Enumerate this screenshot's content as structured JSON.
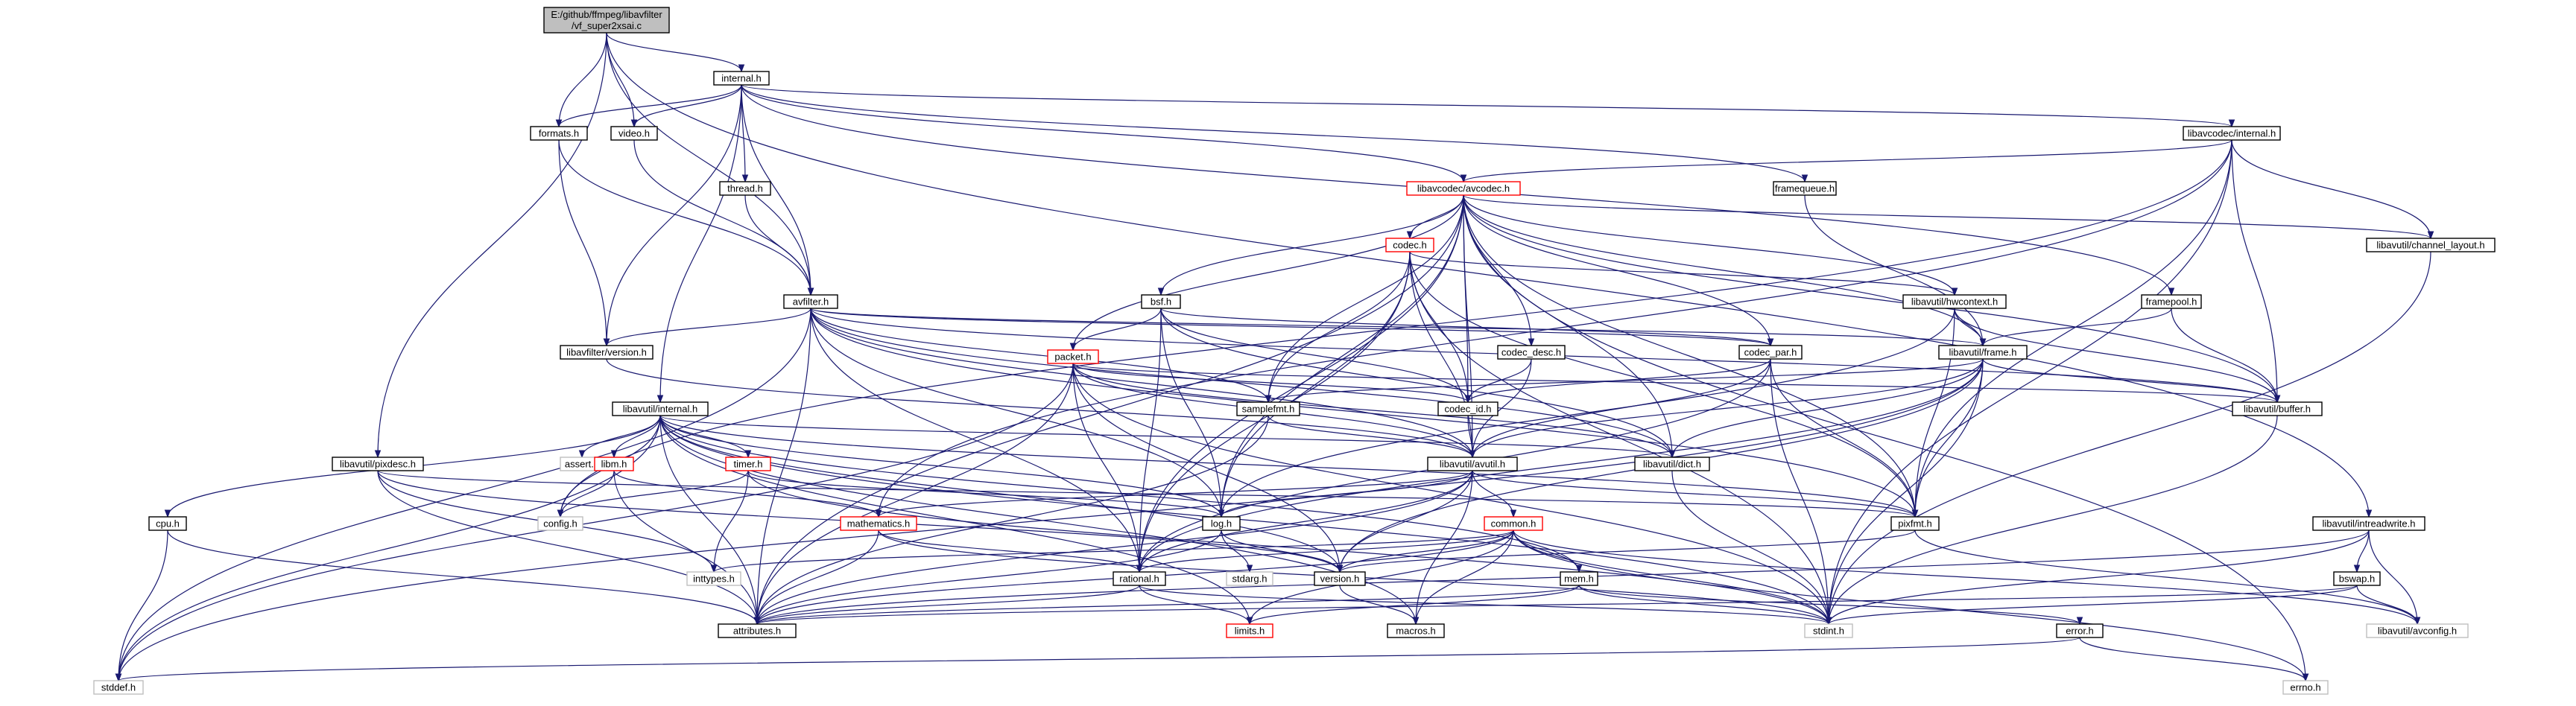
{
  "colors": {
    "edge": "#191970",
    "node_border": "#000000",
    "node_border_missing": "#ff0000",
    "node_border_external": "#bfbfbf",
    "root_fill": "#bfbfbf",
    "node_fill": "#ffffff"
  },
  "nodes": [
    {
      "id": "root",
      "lines": [
        "E:/github/ffmpeg/libavfilter",
        "/vf_super2xsai.c"
      ],
      "kind": "root"
    },
    {
      "id": "internal_h",
      "lines": [
        "internal.h"
      ],
      "kind": "normal"
    },
    {
      "id": "formats_h",
      "lines": [
        "formats.h"
      ],
      "kind": "normal"
    },
    {
      "id": "video_h",
      "lines": [
        "video.h"
      ],
      "kind": "normal"
    },
    {
      "id": "thread_h",
      "lines": [
        "thread.h"
      ],
      "kind": "normal"
    },
    {
      "id": "avfilter_h",
      "lines": [
        "avfilter.h"
      ],
      "kind": "normal"
    },
    {
      "id": "libavfilter_version_h",
      "lines": [
        "libavfilter/version.h"
      ],
      "kind": "normal"
    },
    {
      "id": "libavcodec_internal_h",
      "lines": [
        "libavcodec/internal.h"
      ],
      "kind": "normal"
    },
    {
      "id": "libavcodec_avcodec_h",
      "lines": [
        "libavcodec/avcodec.h"
      ],
      "kind": "missing"
    },
    {
      "id": "framequeue_h",
      "lines": [
        "framequeue.h"
      ],
      "kind": "normal"
    },
    {
      "id": "framepool_h",
      "lines": [
        "framepool.h"
      ],
      "kind": "normal"
    },
    {
      "id": "libavutil_channel_layout_h",
      "lines": [
        "libavutil/channel_layout.h"
      ],
      "kind": "normal"
    },
    {
      "id": "codec_h",
      "lines": [
        "codec.h"
      ],
      "kind": "missing"
    },
    {
      "id": "bsf_h",
      "lines": [
        "bsf.h"
      ],
      "kind": "normal"
    },
    {
      "id": "libavutil_hwcontext_h",
      "lines": [
        "libavutil/hwcontext.h"
      ],
      "kind": "normal"
    },
    {
      "id": "codec_desc_h",
      "lines": [
        "codec_desc.h"
      ],
      "kind": "normal"
    },
    {
      "id": "codec_par_h",
      "lines": [
        "codec_par.h"
      ],
      "kind": "normal"
    },
    {
      "id": "libavutil_frame_h",
      "lines": [
        "libavutil/frame.h"
      ],
      "kind": "normal"
    },
    {
      "id": "packet_h",
      "lines": [
        "packet.h"
      ],
      "kind": "missing"
    },
    {
      "id": "codec_id_h",
      "lines": [
        "codec_id.h"
      ],
      "kind": "normal"
    },
    {
      "id": "samplefmt_h",
      "lines": [
        "samplefmt.h"
      ],
      "kind": "normal"
    },
    {
      "id": "libavutil_buffer_h",
      "lines": [
        "libavutil/buffer.h"
      ],
      "kind": "normal"
    },
    {
      "id": "libavutil_internal_h",
      "lines": [
        "libavutil/internal.h"
      ],
      "kind": "normal"
    },
    {
      "id": "libavutil_avutil_h",
      "lines": [
        "libavutil/avutil.h"
      ],
      "kind": "normal"
    },
    {
      "id": "libavutil_dict_h",
      "lines": [
        "libavutil/dict.h"
      ],
      "kind": "normal"
    },
    {
      "id": "libavutil_pixdesc_h",
      "lines": [
        "libavutil/pixdesc.h"
      ],
      "kind": "normal"
    },
    {
      "id": "assert_h",
      "lines": [
        "assert.h"
      ],
      "kind": "external"
    },
    {
      "id": "libm_h",
      "lines": [
        "libm.h"
      ],
      "kind": "missing"
    },
    {
      "id": "timer_h",
      "lines": [
        "timer.h"
      ],
      "kind": "missing"
    },
    {
      "id": "cpu_h",
      "lines": [
        "cpu.h"
      ],
      "kind": "normal"
    },
    {
      "id": "config_h",
      "lines": [
        "config.h"
      ],
      "kind": "external"
    },
    {
      "id": "mathematics_h",
      "lines": [
        "mathematics.h"
      ],
      "kind": "missing"
    },
    {
      "id": "log_h",
      "lines": [
        "log.h"
      ],
      "kind": "normal"
    },
    {
      "id": "common_h",
      "lines": [
        "common.h"
      ],
      "kind": "missing"
    },
    {
      "id": "pixfmt_h",
      "lines": [
        "pixfmt.h"
      ],
      "kind": "normal"
    },
    {
      "id": "libavutil_intreadwrite_h",
      "lines": [
        "libavutil/intreadwrite.h"
      ],
      "kind": "normal"
    },
    {
      "id": "inttypes_h",
      "lines": [
        "inttypes.h"
      ],
      "kind": "external"
    },
    {
      "id": "rational_h",
      "lines": [
        "rational.h"
      ],
      "kind": "normal"
    },
    {
      "id": "stdarg_h",
      "lines": [
        "stdarg.h"
      ],
      "kind": "external"
    },
    {
      "id": "version_h",
      "lines": [
        "version.h"
      ],
      "kind": "normal"
    },
    {
      "id": "mem_h",
      "lines": [
        "mem.h"
      ],
      "kind": "normal"
    },
    {
      "id": "bswap_h",
      "lines": [
        "bswap.h"
      ],
      "kind": "normal"
    },
    {
      "id": "attributes_h",
      "lines": [
        "attributes.h"
      ],
      "kind": "normal"
    },
    {
      "id": "limits_h",
      "lines": [
        "limits.h"
      ],
      "kind": "missing"
    },
    {
      "id": "macros_h",
      "lines": [
        "macros.h"
      ],
      "kind": "normal"
    },
    {
      "id": "stdint_h",
      "lines": [
        "stdint.h"
      ],
      "kind": "external"
    },
    {
      "id": "error_h",
      "lines": [
        "error.h"
      ],
      "kind": "normal"
    },
    {
      "id": "libavutil_avconfig_h",
      "lines": [
        "libavutil/avconfig.h"
      ],
      "kind": "external"
    },
    {
      "id": "stddef_h",
      "lines": [
        "stddef.h"
      ],
      "kind": "external"
    },
    {
      "id": "errno_h",
      "lines": [
        "errno.h"
      ],
      "kind": "external"
    }
  ],
  "edges": [
    [
      "root",
      "internal_h"
    ],
    [
      "root",
      "formats_h"
    ],
    [
      "root",
      "video_h"
    ],
    [
      "root",
      "avfilter_h"
    ],
    [
      "root",
      "libavutil_pixdesc_h"
    ],
    [
      "root",
      "libavutil_intreadwrite_h"
    ],
    [
      "internal_h",
      "formats_h"
    ],
    [
      "internal_h",
      "video_h"
    ],
    [
      "internal_h",
      "thread_h"
    ],
    [
      "internal_h",
      "avfilter_h"
    ],
    [
      "internal_h",
      "libavfilter_version_h"
    ],
    [
      "internal_h",
      "libavcodec_internal_h"
    ],
    [
      "internal_h",
      "libavcodec_avcodec_h"
    ],
    [
      "internal_h",
      "framequeue_h"
    ],
    [
      "internal_h",
      "framepool_h"
    ],
    [
      "internal_h",
      "libavutil_internal_h"
    ],
    [
      "formats_h",
      "avfilter_h"
    ],
    [
      "formats_h",
      "libavfilter_version_h"
    ],
    [
      "video_h",
      "avfilter_h"
    ],
    [
      "thread_h",
      "avfilter_h"
    ],
    [
      "avfilter_h",
      "libavfilter_version_h"
    ],
    [
      "avfilter_h",
      "libavutil_frame_h"
    ],
    [
      "avfilter_h",
      "libavutil_dict_h"
    ],
    [
      "avfilter_h",
      "libavutil_avutil_h"
    ],
    [
      "avfilter_h",
      "log_h"
    ],
    [
      "avfilter_h",
      "pixfmt_h"
    ],
    [
      "avfilter_h",
      "rational_h"
    ],
    [
      "avfilter_h",
      "samplefmt_h"
    ],
    [
      "avfilter_h",
      "attributes_h"
    ],
    [
      "avfilter_h",
      "stddef_h"
    ],
    [
      "avfilter_h",
      "libavutil_buffer_h"
    ],
    [
      "avfilter_h",
      "codec_par_h"
    ],
    [
      "libavfilter_version_h",
      "libavutil_avutil_h"
    ],
    [
      "libavcodec_internal_h",
      "libavcodec_avcodec_h"
    ],
    [
      "libavcodec_internal_h",
      "libavutil_channel_layout_h"
    ],
    [
      "libavcodec_internal_h",
      "libavutil_buffer_h"
    ],
    [
      "libavcodec_internal_h",
      "pixfmt_h"
    ],
    [
      "libavcodec_internal_h",
      "mathematics_h"
    ],
    [
      "libavcodec_internal_h",
      "config_h"
    ],
    [
      "libavcodec_internal_h",
      "stdint_h"
    ],
    [
      "libavcodec_avcodec_h",
      "codec_h"
    ],
    [
      "libavcodec_avcodec_h",
      "bsf_h"
    ],
    [
      "libavcodec_avcodec_h",
      "codec_desc_h"
    ],
    [
      "libavcodec_avcodec_h",
      "codec_par_h"
    ],
    [
      "libavcodec_avcodec_h",
      "packet_h"
    ],
    [
      "libavcodec_avcodec_h",
      "codec_id_h"
    ],
    [
      "libavcodec_avcodec_h",
      "samplefmt_h"
    ],
    [
      "libavcodec_avcodec_h",
      "libavutil_hwcontext_h"
    ],
    [
      "libavcodec_avcodec_h",
      "libavutil_frame_h"
    ],
    [
      "libavcodec_avcodec_h",
      "libavutil_buffer_h"
    ],
    [
      "libavcodec_avcodec_h",
      "libavutil_dict_h"
    ],
    [
      "libavcodec_avcodec_h",
      "libavutil_avutil_h"
    ],
    [
      "libavcodec_avcodec_h",
      "libavutil_channel_layout_h"
    ],
    [
      "libavcodec_avcodec_h",
      "log_h"
    ],
    [
      "libavcodec_avcodec_h",
      "pixfmt_h"
    ],
    [
      "libavcodec_avcodec_h",
      "rational_h"
    ],
    [
      "libavcodec_avcodec_h",
      "attributes_h"
    ],
    [
      "libavcodec_avcodec_h",
      "errno_h"
    ],
    [
      "framequeue_h",
      "libavutil_frame_h"
    ],
    [
      "framepool_h",
      "libavutil_frame_h"
    ],
    [
      "framepool_h",
      "libavutil_buffer_h"
    ],
    [
      "libavutil_channel_layout_h",
      "stdint_h"
    ],
    [
      "codec_h",
      "codec_id_h"
    ],
    [
      "codec_h",
      "libavutil_avutil_h"
    ],
    [
      "codec_h",
      "libavutil_hwcontext_h"
    ],
    [
      "codec_h",
      "log_h"
    ],
    [
      "codec_h",
      "pixfmt_h"
    ],
    [
      "codec_h",
      "rational_h"
    ],
    [
      "codec_h",
      "samplefmt_h"
    ],
    [
      "codec_h",
      "stdint_h"
    ],
    [
      "bsf_h",
      "codec_id_h"
    ],
    [
      "bsf_h",
      "codec_par_h"
    ],
    [
      "bsf_h",
      "packet_h"
    ],
    [
      "bsf_h",
      "libavutil_dict_h"
    ],
    [
      "bsf_h",
      "log_h"
    ],
    [
      "bsf_h",
      "rational_h"
    ],
    [
      "libavutil_hwcontext_h",
      "libavutil_buffer_h"
    ],
    [
      "libavutil_hwcontext_h",
      "libavutil_frame_h"
    ],
    [
      "libavutil_hwcontext_h",
      "log_h"
    ],
    [
      "libavutil_hwcontext_h",
      "pixfmt_h"
    ],
    [
      "codec_desc_h",
      "codec_id_h"
    ],
    [
      "codec_desc_h",
      "libavutil_avutil_h"
    ],
    [
      "codec_par_h",
      "codec_id_h"
    ],
    [
      "codec_par_h",
      "libavutil_avutil_h"
    ],
    [
      "codec_par_h",
      "pixfmt_h"
    ],
    [
      "codec_par_h",
      "rational_h"
    ],
    [
      "codec_par_h",
      "stdint_h"
    ],
    [
      "libavutil_frame_h",
      "libavutil_buffer_h"
    ],
    [
      "libavutil_frame_h",
      "libavutil_dict_h"
    ],
    [
      "libavutil_frame_h",
      "libavutil_avutil_h"
    ],
    [
      "libavutil_frame_h",
      "pixfmt_h"
    ],
    [
      "libavutil_frame_h",
      "rational_h"
    ],
    [
      "libavutil_frame_h",
      "samplefmt_h"
    ],
    [
      "libavutil_frame_h",
      "version_h"
    ],
    [
      "libavutil_frame_h",
      "stddef_h"
    ],
    [
      "libavutil_frame_h",
      "stdint_h"
    ],
    [
      "packet_h",
      "codec_id_h"
    ],
    [
      "packet_h",
      "libavutil_avutil_h"
    ],
    [
      "packet_h",
      "libavutil_buffer_h"
    ],
    [
      "packet_h",
      "libavutil_dict_h"
    ],
    [
      "packet_h",
      "rational_h"
    ],
    [
      "packet_h",
      "version_h"
    ],
    [
      "packet_h",
      "attributes_h"
    ],
    [
      "packet_h",
      "stddef_h"
    ],
    [
      "packet_h",
      "stdint_h"
    ],
    [
      "codec_id_h",
      "libavutil_avutil_h"
    ],
    [
      "samplefmt_h",
      "libavutil_avutil_h"
    ],
    [
      "samplefmt_h",
      "attributes_h"
    ],
    [
      "libavutil_buffer_h",
      "stdint_h"
    ],
    [
      "libavutil_internal_h",
      "config_h"
    ],
    [
      "libavutil_internal_h",
      "assert_h"
    ],
    [
      "libavutil_internal_h",
      "libm_h"
    ],
    [
      "libavutil_internal_h",
      "timer_h"
    ],
    [
      "libavutil_internal_h",
      "cpu_h"
    ],
    [
      "libavutil_internal_h",
      "dict_h_placeholder"
    ],
    [
      "libavutil_internal_h",
      "pixfmt_h"
    ],
    [
      "libavutil_internal_h",
      "version_h"
    ],
    [
      "libavutil_internal_h",
      "attributes_h"
    ],
    [
      "libavutil_internal_h",
      "macros_h"
    ],
    [
      "libavutil_internal_h",
      "stddef_h"
    ],
    [
      "libavutil_internal_h",
      "stdint_h"
    ],
    [
      "libavutil_internal_h",
      "limits_h"
    ],
    [
      "libavutil_internal_h",
      "mem_h"
    ],
    [
      "libavutil_internal_h",
      "libavutil_dict_h"
    ],
    [
      "libavutil_internal_h",
      "log_h"
    ],
    [
      "libavutil_avutil_h",
      "common_h"
    ],
    [
      "libavutil_avutil_h",
      "mathematics_h"
    ],
    [
      "libavutil_avutil_h",
      "log_h"
    ],
    [
      "libavutil_avutil_h",
      "pixfmt_h"
    ],
    [
      "libavutil_avutil_h",
      "rational_h"
    ],
    [
      "libavutil_avutil_h",
      "version_h"
    ],
    [
      "libavutil_avutil_h",
      "macros_h"
    ],
    [
      "libavutil_avutil_h",
      "attributes_h"
    ],
    [
      "libavutil_dict_h",
      "stdint_h"
    ],
    [
      "libavutil_pixdesc_h",
      "inttypes_h"
    ],
    [
      "libavutil_pixdesc_h",
      "pixfmt_h"
    ],
    [
      "libavutil_pixdesc_h",
      "version_h"
    ],
    [
      "libavutil_pixdesc_h",
      "attributes_h"
    ],
    [
      "libm_h",
      "config_h"
    ],
    [
      "libm_h",
      "attributes_h"
    ],
    [
      "libm_h",
      "mathematics_h"
    ],
    [
      "timer_h",
      "config_h"
    ],
    [
      "timer_h",
      "inttypes_h"
    ],
    [
      "timer_h",
      "log_h"
    ],
    [
      "timer_h",
      "stdint_h"
    ],
    [
      "cpu_h",
      "attributes_h"
    ],
    [
      "cpu_h",
      "stddef_h"
    ],
    [
      "mathematics_h",
      "rational_h"
    ],
    [
      "mathematics_h",
      "attributes_h"
    ],
    [
      "mathematics_h",
      "stdint_h"
    ],
    [
      "log_h",
      "stdarg_h"
    ],
    [
      "log_h",
      "version_h"
    ],
    [
      "log_h",
      "attributes_h"
    ],
    [
      "log_h",
      "avutil_back"
    ],
    [
      "common_h",
      "inttypes_h"
    ],
    [
      "common_h",
      "limits_h"
    ],
    [
      "common_h",
      "mem_h"
    ],
    [
      "common_h",
      "version_h"
    ],
    [
      "common_h",
      "attributes_h"
    ],
    [
      "common_h",
      "macros_h"
    ],
    [
      "common_h",
      "errno_h"
    ],
    [
      "common_h",
      "stdint_h"
    ],
    [
      "common_h",
      "libavutil_avconfig_h"
    ],
    [
      "common_h",
      "rational_h"
    ],
    [
      "pixfmt_h",
      "version_h"
    ],
    [
      "pixfmt_h",
      "libavutil_avconfig_h"
    ],
    [
      "libavutil_intreadwrite_h",
      "bswap_h"
    ],
    [
      "libavutil_intreadwrite_h",
      "attributes_h"
    ],
    [
      "libavutil_intreadwrite_h",
      "stdint_h"
    ],
    [
      "libavutil_intreadwrite_h",
      "libavutil_avconfig_h"
    ],
    [
      "rational_h",
      "attributes_h"
    ],
    [
      "rational_h",
      "stdint_h"
    ],
    [
      "rational_h",
      "limits_h"
    ],
    [
      "version_h",
      "macros_h"
    ],
    [
      "mem_h",
      "attributes_h"
    ],
    [
      "mem_h",
      "error_h"
    ],
    [
      "mem_h",
      "limits_h"
    ],
    [
      "mem_h",
      "stdint_h"
    ],
    [
      "bswap_h",
      "attributes_h"
    ],
    [
      "bswap_h",
      "stdint_h"
    ],
    [
      "bswap_h",
      "libavutil_avconfig_h"
    ],
    [
      "error_h",
      "errno_h"
    ],
    [
      "error_h",
      "stddef_h"
    ]
  ]
}
